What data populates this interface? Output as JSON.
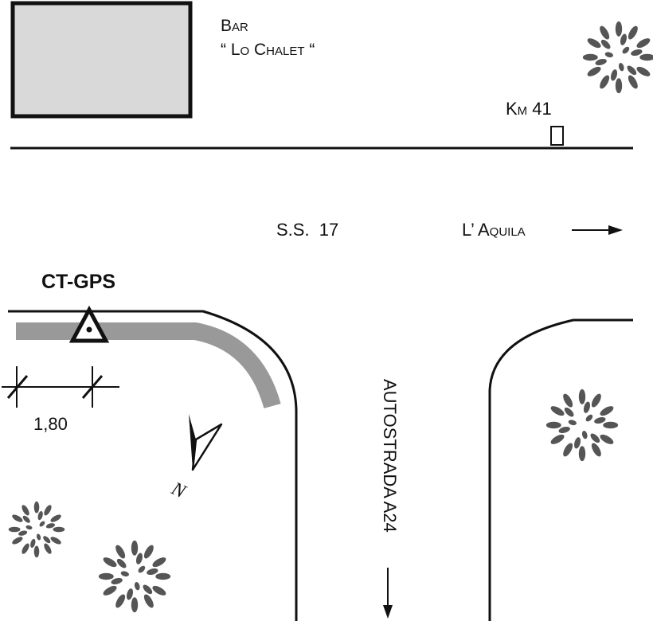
{
  "bar": {
    "name": "Bar",
    "quote": "“ Lo Chalet “"
  },
  "km_marker": {
    "label": "Km 41"
  },
  "road_ss17": {
    "label": "S.S.  17"
  },
  "direction_laquila": {
    "label": "L’ Aquila"
  },
  "station": {
    "label": "CT-GPS"
  },
  "offset_measure": {
    "value": "1,80"
  },
  "autostrada": {
    "label": "AUTOSTRADA A24"
  },
  "north_arrow": {
    "label": "N"
  },
  "colors": {
    "building_fill": "#d9d9d9",
    "offset_line": "#999999",
    "tree": "#555555",
    "line": "#111111"
  },
  "icons": [
    "building",
    "tree-icon",
    "km-marker-icon",
    "gps-station-triangle-icon",
    "north-arrow-icon",
    "arrow-right-icon",
    "arrow-down-icon"
  ]
}
